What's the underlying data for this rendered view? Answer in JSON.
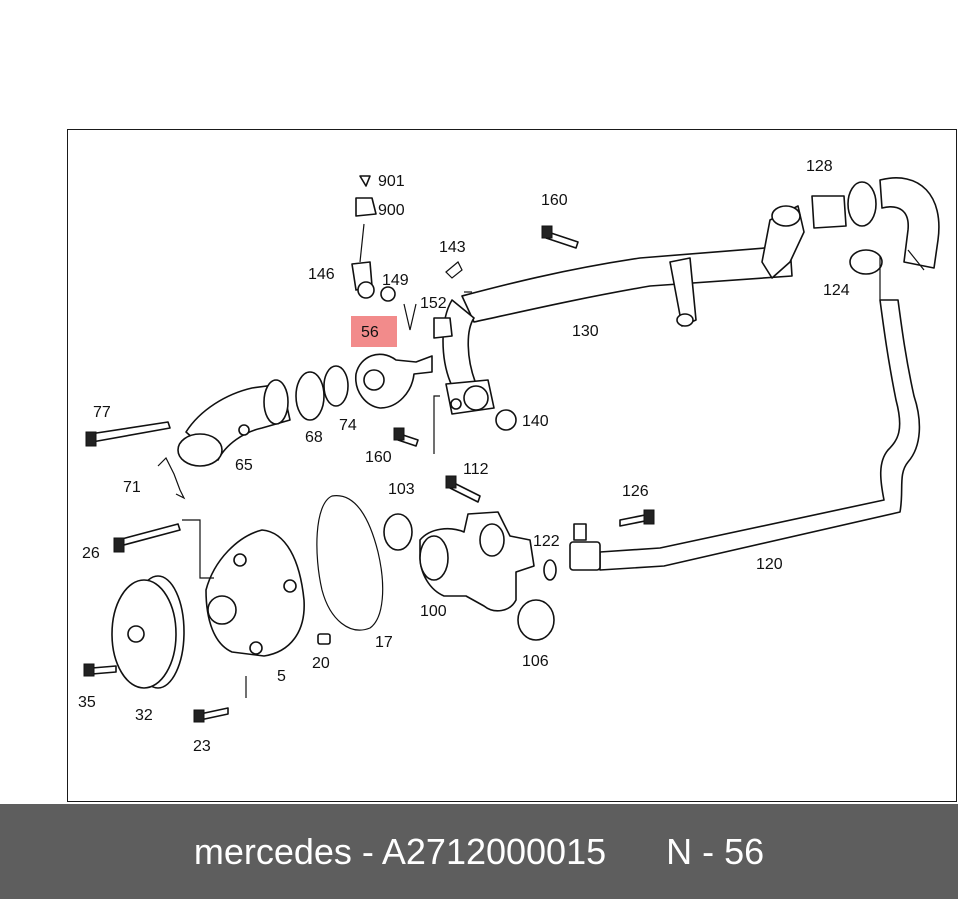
{
  "diagram": {
    "highlight": {
      "label": "56",
      "color": "#f28b8b"
    },
    "labels": {
      "l901": "901",
      "l900": "900",
      "l160a": "160",
      "l128": "128",
      "l146": "146",
      "l149": "149",
      "l143": "143",
      "l152": "152",
      "l130": "130",
      "l124": "124",
      "l77": "77",
      "l68": "68",
      "l74": "74",
      "l140": "140",
      "l65": "65",
      "l160b": "160",
      "l112": "112",
      "l71": "71",
      "l103": "103",
      "l126": "126",
      "l122": "122",
      "l26": "26",
      "l120": "120",
      "l100": "100",
      "l17": "17",
      "l20": "20",
      "l106": "106",
      "l5": "5",
      "l35": "35",
      "l32": "32",
      "l23": "23"
    }
  },
  "caption": {
    "text": "mercedes - A2712000015      N - 56",
    "background": "#5e5e5e",
    "color": "#ffffff"
  }
}
